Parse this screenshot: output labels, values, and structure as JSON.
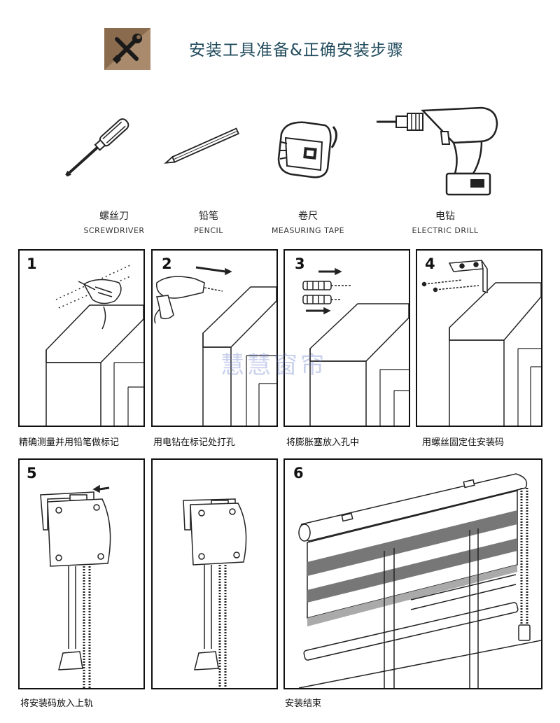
{
  "header": {
    "title": "安装工具准备&正确安装步骤",
    "logo_icon": "wrench-screwdriver-icon"
  },
  "tools": [
    {
      "cn": "螺丝刀",
      "en": "SCREWDRIVER",
      "icon": "screwdriver-icon"
    },
    {
      "cn": "铅笔",
      "en": "PENCIL",
      "icon": "pencil-icon"
    },
    {
      "cn": "卷尺",
      "en": "MEASURING TAPE",
      "icon": "measuring-tape-icon"
    },
    {
      "cn": "电钻",
      "en": "ELECTRIC DRILL",
      "icon": "electric-drill-icon"
    }
  ],
  "steps": [
    {
      "number": "1",
      "caption": "精确测量并用铅笔做标记"
    },
    {
      "number": "2",
      "caption": "用电钻在标记处打孔"
    },
    {
      "number": "3",
      "caption": "将膨胀塞放入孔中"
    },
    {
      "number": "4",
      "caption": "用螺丝固定住安装码"
    },
    {
      "number": "5",
      "caption": "将安装码放入上轨"
    },
    {
      "number": "6",
      "caption": "安装结束"
    }
  ],
  "watermark": "慧慧窗帘",
  "colors": {
    "logo_bg": "#8a6b4e",
    "title": "#1f4a5c",
    "watermark": "#6478c8"
  }
}
